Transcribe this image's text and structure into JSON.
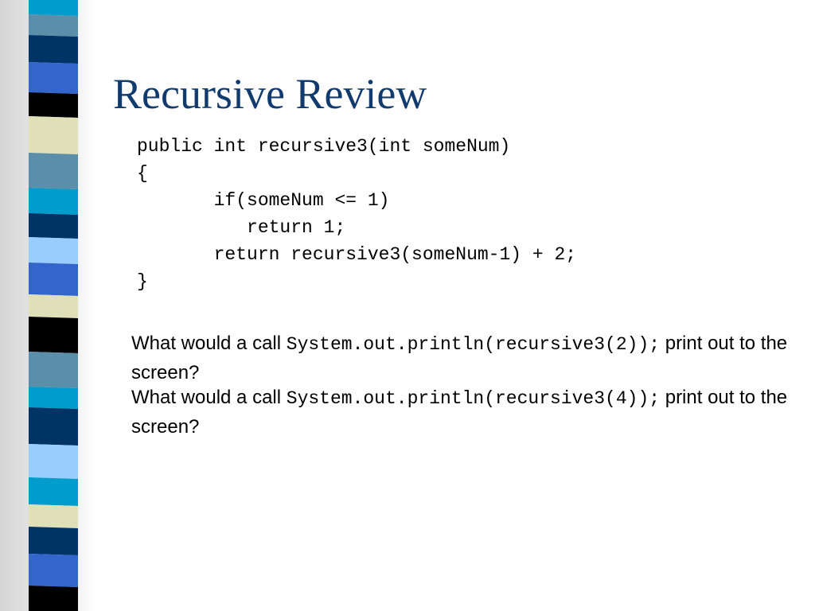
{
  "slide": {
    "title": "Recursive Review",
    "code_lines": [
      "public int recursive3(int someNum)",
      "{",
      "       if(someNum <= 1)",
      "          return 1;",
      "       return recursive3(someNum-1) + 2;",
      "}"
    ],
    "questions": [
      {
        "prefix": "What would a call ",
        "code": "System.out.println(recursive3(2));",
        "suffix": " print out to the screen?"
      },
      {
        "prefix": "What would a call ",
        "code": "System.out.println(recursive3(4));",
        "suffix": " print out to the screen?"
      }
    ]
  },
  "colors": {
    "title": "#113a6e",
    "stripes": [
      "#009ccc",
      "#5b8ea8",
      "#003366",
      "#3366cc",
      "#000000",
      "#e0e0b8",
      "#99ccff"
    ]
  }
}
